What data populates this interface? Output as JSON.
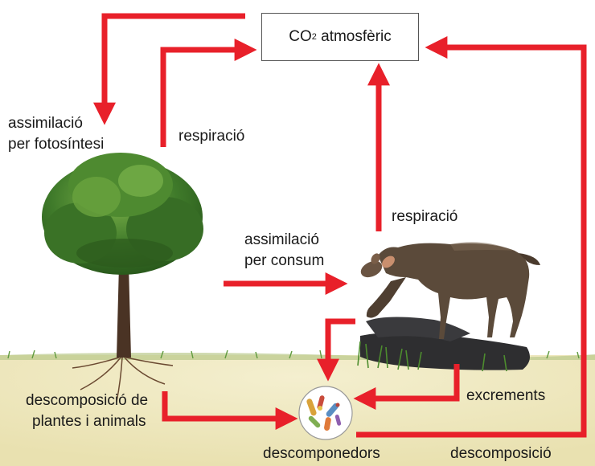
{
  "co2_box": {
    "prefix": "CO",
    "subscript": "2",
    "suffix": " atmosfèric"
  },
  "labels": {
    "assimilation_photosynthesis_line1": "assimilació",
    "assimilation_photosynthesis_line2": "per fotosíntesi",
    "respiration_tree": "respiració",
    "respiration_deer": "respiració",
    "assimilation_consumption_line1": "assimilació",
    "assimilation_consumption_line2": "per consum",
    "decomposition_plants_line1": "descomposició de",
    "decomposition_plants_line2": "plantes i animals",
    "excrements": "excrements",
    "decomposers": "descomponedors",
    "decomposition": "descomposició"
  },
  "colors": {
    "arrow": "#e8202a",
    "ground": "#f1ecc6",
    "grass": "#5f9a3e",
    "trunk": "#4a3324",
    "foliage": "#3f7a2a",
    "deer": "#5b4a3a"
  },
  "icons": [
    "tree-illustration",
    "deer-illustration",
    "decomposers-icon"
  ]
}
